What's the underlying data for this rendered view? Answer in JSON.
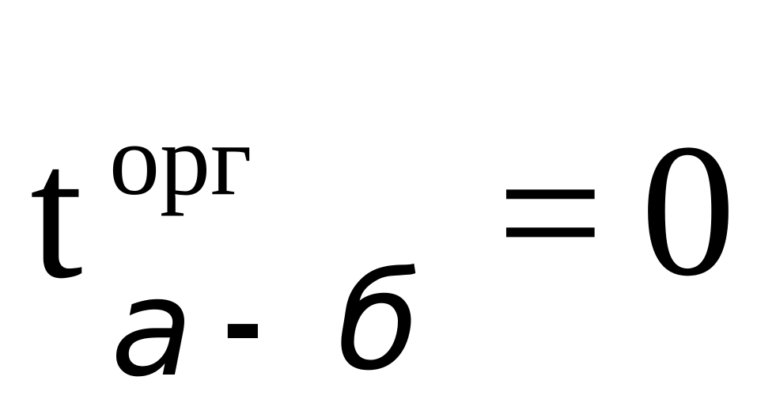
{
  "formula": {
    "base": "t",
    "superscript": "орг",
    "subscript": {
      "left": "а",
      "separator": "-",
      "right": "б"
    },
    "operator": "=",
    "value": "0"
  }
}
